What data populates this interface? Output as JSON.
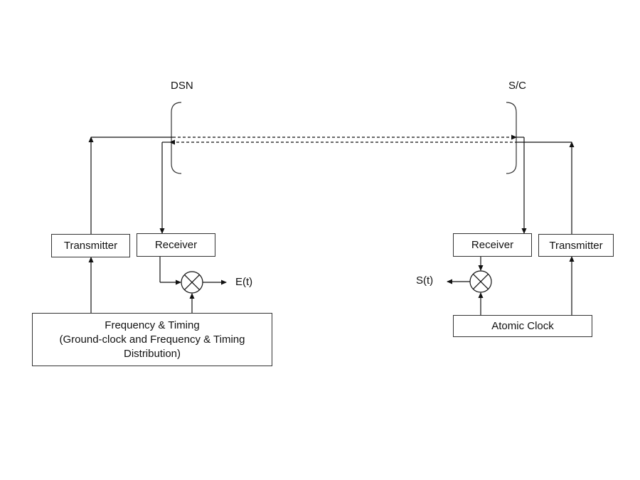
{
  "labels": {
    "dsn": "DSN",
    "sc": "S/C",
    "e_out": "E(t)",
    "s_out": "S(t)"
  },
  "ground": {
    "transmitter": "Transmitter",
    "receiver": "Receiver",
    "freq_timing": [
      "Frequency & Timing",
      "(Ground-clock and Frequency & Timing",
      "Distribution)"
    ]
  },
  "spacecraft": {
    "receiver": "Receiver",
    "transmitter": "Transmitter",
    "atomic_clock": "Atomic Clock"
  }
}
